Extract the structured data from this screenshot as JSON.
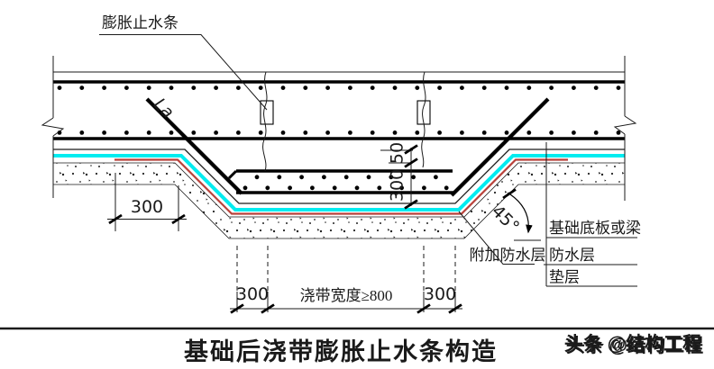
{
  "colors": {
    "waterproof_cyan": "#00ecf0",
    "additional_red": "#b8413a"
  },
  "labels": {
    "waterstop_callout": "膨胀止水条",
    "rebar_anchor": "La",
    "dim_50": "50",
    "dim_depth_300": "300",
    "dim_left_300": "300",
    "angle_45": "45°",
    "base_slab": "基础底板或梁",
    "waterproof_layer": "防水层",
    "cushion_layer": "垫层",
    "extra_waterproof": "附加防水层",
    "dim_bottom_left_300": "300",
    "strip_width": "浇带宽度≥800",
    "dim_bottom_right_300": "300"
  },
  "title": "基础后浇带膨胀止水条构造",
  "watermark": "头条 @结构工程"
}
